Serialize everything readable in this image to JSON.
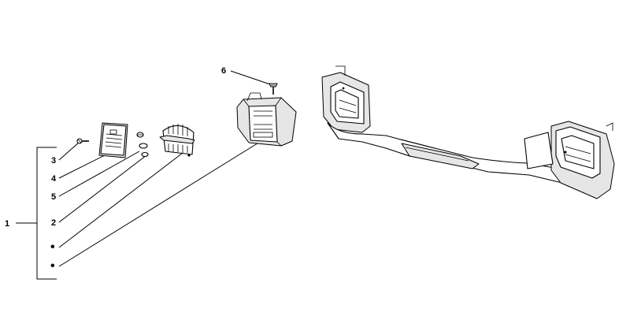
{
  "callouts": {
    "assembly": "1",
    "lamp_lens": "4",
    "screw_small": "3",
    "spacer": "5",
    "lamp_holder": "2",
    "bracket_screw": "6"
  },
  "bullets": [
    "•",
    "•"
  ]
}
